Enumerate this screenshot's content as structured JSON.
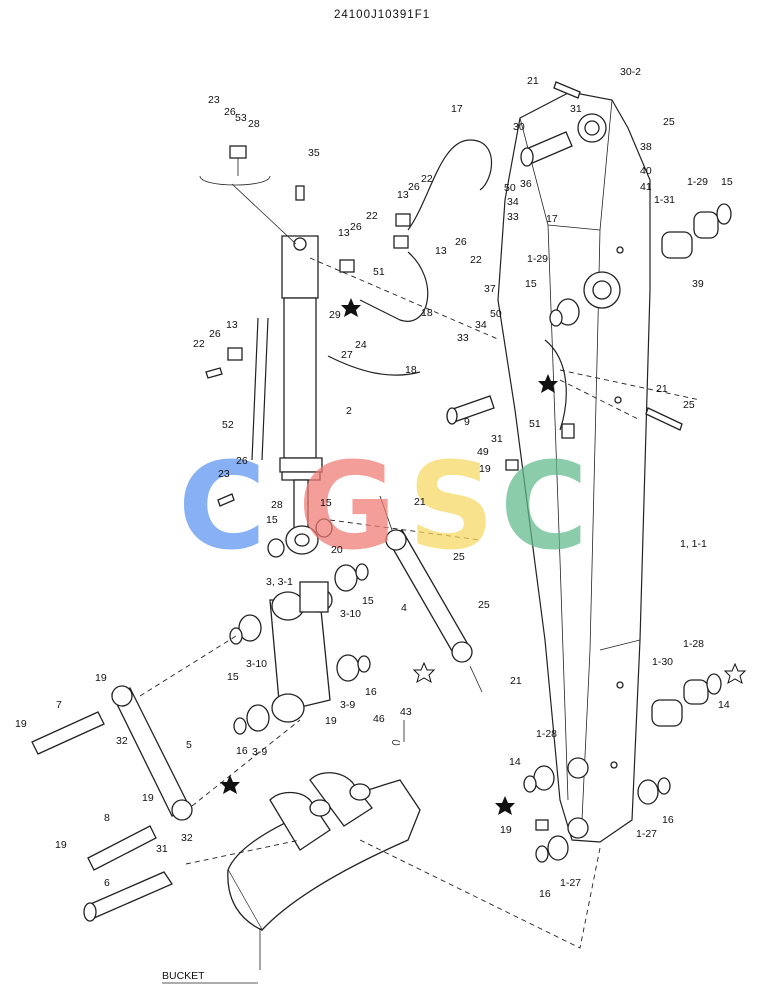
{
  "drawing_code": "24100J10391F1",
  "bucket_label": "BUCKET",
  "watermark": {
    "letters": [
      "C",
      "G",
      "S",
      "C"
    ],
    "colors": [
      "#5b93f0",
      "#f07a73",
      "#f7d760",
      "#5fba8a"
    ]
  },
  "callouts": [
    {
      "text": "21"
    },
    {
      "text": "30-2"
    },
    {
      "text": "25"
    },
    {
      "text": "31"
    },
    {
      "text": "30"
    },
    {
      "text": "38"
    },
    {
      "text": "40"
    },
    {
      "text": "41"
    },
    {
      "text": "36"
    },
    {
      "text": "50"
    },
    {
      "text": "34"
    },
    {
      "text": "33"
    },
    {
      "text": "1-29"
    },
    {
      "text": "15"
    },
    {
      "text": "1-31"
    },
    {
      "text": "17"
    },
    {
      "text": "1-29"
    },
    {
      "text": "39"
    },
    {
      "text": "17"
    },
    {
      "text": "26"
    },
    {
      "text": "22"
    },
    {
      "text": "13"
    },
    {
      "text": "26"
    },
    {
      "text": "22"
    },
    {
      "text": "13"
    },
    {
      "text": "51"
    },
    {
      "text": "26"
    },
    {
      "text": "13"
    },
    {
      "text": "22"
    },
    {
      "text": "23"
    },
    {
      "text": "26"
    },
    {
      "text": "53"
    },
    {
      "text": "28"
    },
    {
      "text": "35"
    },
    {
      "text": "18"
    },
    {
      "text": "29"
    },
    {
      "text": "24"
    },
    {
      "text": "27"
    },
    {
      "text": "18"
    },
    {
      "text": "13"
    },
    {
      "text": "26"
    },
    {
      "text": "22"
    },
    {
      "text": "2"
    },
    {
      "text": "37"
    },
    {
      "text": "15"
    },
    {
      "text": "50"
    },
    {
      "text": "34"
    },
    {
      "text": "33"
    },
    {
      "text": "21"
    },
    {
      "text": "25"
    },
    {
      "text": "9"
    },
    {
      "text": "31"
    },
    {
      "text": "51"
    },
    {
      "text": "49"
    },
    {
      "text": "19"
    },
    {
      "text": "52"
    },
    {
      "text": "26"
    },
    {
      "text": "23"
    },
    {
      "text": "28"
    },
    {
      "text": "15"
    },
    {
      "text": "21"
    },
    {
      "text": "15"
    },
    {
      "text": "20"
    },
    {
      "text": "25"
    },
    {
      "text": "1, 1-1"
    },
    {
      "text": "3, 3-1"
    },
    {
      "text": "3-10"
    },
    {
      "text": "15"
    },
    {
      "text": "25"
    },
    {
      "text": "4"
    },
    {
      "text": "15"
    },
    {
      "text": "3-10"
    },
    {
      "text": "21"
    },
    {
      "text": "1-28"
    },
    {
      "text": "1-30"
    },
    {
      "text": "14"
    },
    {
      "text": "3-9"
    },
    {
      "text": "16"
    },
    {
      "text": "19"
    },
    {
      "text": "7"
    },
    {
      "text": "19"
    },
    {
      "text": "32"
    },
    {
      "text": "5"
    },
    {
      "text": "19"
    },
    {
      "text": "16"
    },
    {
      "text": "3-9"
    },
    {
      "text": "46"
    },
    {
      "text": "43"
    },
    {
      "text": "1-28"
    },
    {
      "text": "14"
    },
    {
      "text": "8"
    },
    {
      "text": "19"
    },
    {
      "text": "32"
    },
    {
      "text": "19"
    },
    {
      "text": "1-27"
    },
    {
      "text": "16"
    },
    {
      "text": "31"
    },
    {
      "text": "19"
    },
    {
      "text": "6"
    },
    {
      "text": "1-27"
    },
    {
      "text": "16"
    }
  ]
}
